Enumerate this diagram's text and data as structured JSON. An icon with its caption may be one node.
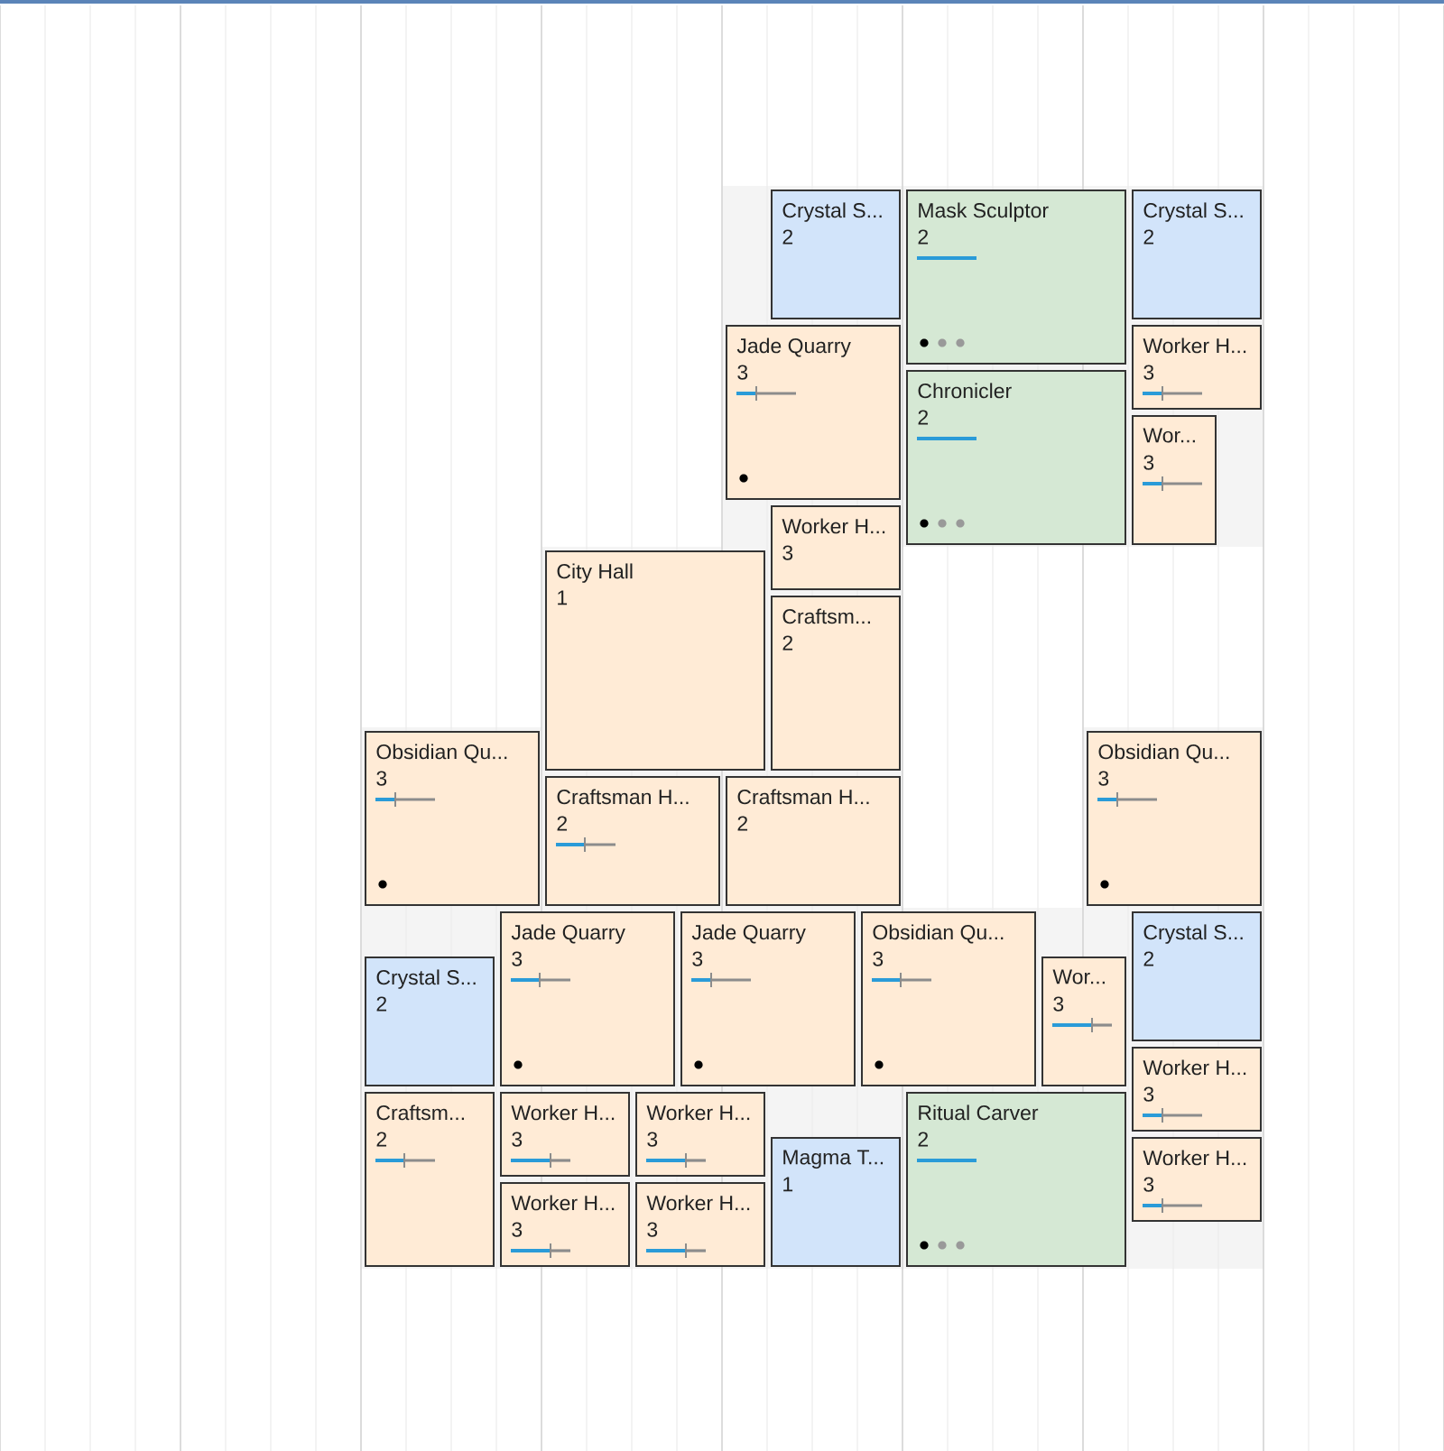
{
  "diagram": {
    "nodes": [
      {
        "text": [
          "Crystal S...",
          "2"
        ]
      },
      {
        "text": [
          "Mask Sculptor",
          "2"
        ]
      },
      {
        "text": [
          "Crystal S...",
          "2"
        ]
      },
      {
        "text": [
          "Jade Quarry",
          "3"
        ]
      },
      {
        "text": [
          "Worker H...",
          "3"
        ]
      },
      {
        "text": [
          "Chronicler",
          "2"
        ]
      },
      {
        "text": [
          "Wor...",
          "3"
        ]
      },
      {
        "text": [
          "Worker H...",
          "3"
        ]
      },
      {
        "text": [
          "City Hall",
          "1"
        ]
      },
      {
        "text": [
          "Craftsm...",
          "2"
        ]
      },
      {
        "text": [
          "Obsidian Qu...",
          "3"
        ]
      },
      {
        "text": [
          "Obsidian Qu...",
          "3"
        ]
      },
      {
        "text": [
          "Craftsman H...",
          "2"
        ]
      },
      {
        "text": [
          "Craftsman H...",
          "2"
        ]
      },
      {
        "text": [
          "Jade Quarry",
          "3"
        ]
      },
      {
        "text": [
          "Jade Quarry",
          "3"
        ]
      },
      {
        "text": [
          "Obsidian Qu...",
          "3"
        ]
      },
      {
        "text": [
          "Crystal S...",
          "2"
        ]
      },
      {
        "text": [
          "Crystal S...",
          "2"
        ]
      },
      {
        "text": [
          "Wor...",
          "3"
        ]
      },
      {
        "text": [
          "Worker H...",
          "3"
        ]
      },
      {
        "text": [
          "Craftsm...",
          "2"
        ]
      },
      {
        "text": [
          "Worker H...",
          "3"
        ]
      },
      {
        "text": [
          "Worker H...",
          "3"
        ]
      },
      {
        "text": [
          "Ritual Carver",
          "2"
        ]
      },
      {
        "text": [
          "Magma T...",
          "1"
        ]
      },
      {
        "text": [
          "Worker H...",
          "3"
        ]
      },
      {
        "text": [
          "Worker H...",
          "3"
        ]
      },
      {
        "text": [
          "Worker H...",
          "3"
        ]
      }
    ]
  }
}
